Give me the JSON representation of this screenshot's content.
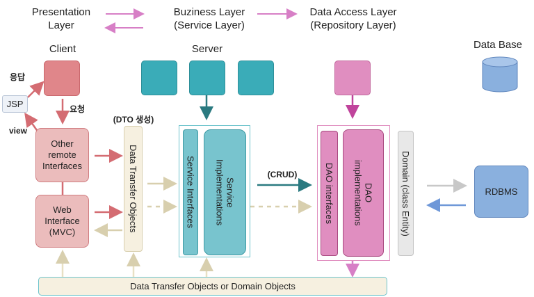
{
  "legend": {
    "presentation_line1": "Presentation",
    "presentation_line2": "Layer",
    "business_line1": "Buziness Layer",
    "business_line2": "(Service Layer)",
    "data_access_line1": "Data Access Layer",
    "data_access_line2": "(Repository Layer)"
  },
  "headings": {
    "client": "Client",
    "server": "Server",
    "database": "Data Base"
  },
  "client": {
    "response_label": "응답",
    "request_label": "요청",
    "view_label": "view",
    "jsp_label": "JSP",
    "other_remote_interfaces": "Other remote Interfaces",
    "web_interface": "Web Interface (MVC)"
  },
  "dto": {
    "creation_label": "(DTO 생성)",
    "vertical_label": "Data Transfer Objects"
  },
  "service": {
    "interfaces_label": "Service Interfaces",
    "implementations_label": "Service Implementations"
  },
  "crud_label": "(CRUD)",
  "dao": {
    "interfaces_label": "DAO interfaces",
    "implementations_label": "DAO implementations",
    "domain_label": "Domain (class Entity)"
  },
  "rdbms_label": "RDBMS",
  "bottom_bar_label": "Data Transfer Objects or Domain Objects",
  "colors": {
    "client_red": "#e0868a",
    "client_pink": "#ebbcbc",
    "server_teal": "#3aacb8",
    "service_light": "#78c4ce",
    "dao_pink": "#e08ec0",
    "db_blue": "#8ab0de",
    "cream": "#f6f0e0"
  }
}
